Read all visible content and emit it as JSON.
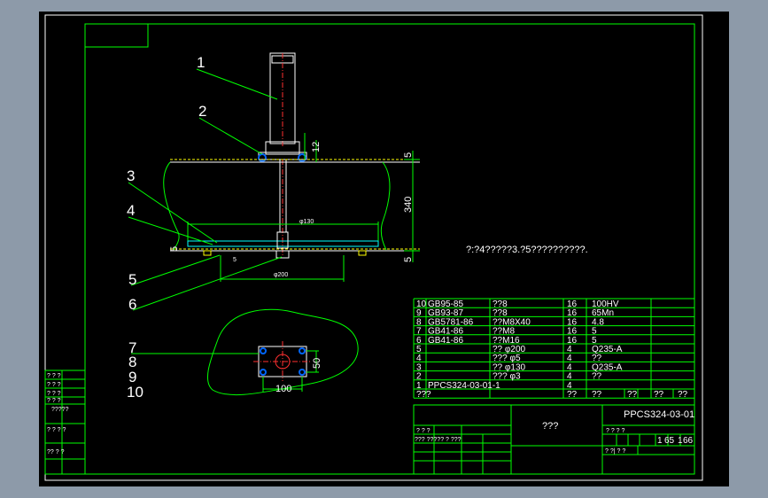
{
  "labels": [
    "1",
    "2",
    "3",
    "4",
    "5",
    "6",
    "7",
    "8",
    "9",
    "10"
  ],
  "dims": {
    "d12": "12",
    "d5_top": "5",
    "d340": "340",
    "d5_bottom": "5",
    "phi130": "φ130",
    "phi200": "φ200",
    "d5_left": "5",
    "d5_small": "5",
    "d100": "100",
    "d50": "50"
  },
  "note": "?:?4?????3.?5??????????.",
  "bom": [
    [
      "10",
      "GB95-85",
      "??8",
      "16",
      "100HV"
    ],
    [
      "9",
      "GB93-87",
      "??8",
      "16",
      "65Mn"
    ],
    [
      "8",
      "GB5781-86",
      "??M8X40",
      "16",
      "4.8"
    ],
    [
      "7",
      "GB41-86",
      "??M8",
      "16",
      "5"
    ],
    [
      "6",
      "GB41-86",
      "??M16",
      "16",
      "5"
    ],
    [
      "5",
      "",
      "?? φ200",
      "4",
      "Q235-A"
    ],
    [
      "4",
      "",
      "??? φ5",
      "4",
      "??"
    ],
    [
      "3",
      "",
      "?? φ130",
      "4",
      "Q235-A"
    ],
    [
      "2",
      "",
      "??? φ3",
      "4",
      "??"
    ],
    [
      "1",
      "PPCS324-03-01-1",
      "",
      "4",
      ""
    ]
  ],
  "bom_header": [
    "??",
    "?",
    "",
    "??",
    "??",
    "??",
    "??",
    "??"
  ],
  "title_block": {
    "name": "???",
    "drawing_no": "PPCS324-03-01",
    "row_a": "? ? ? ?",
    "row_b": "??? ????? ? ???",
    "scale_cells": [
      "1",
      "65",
      "1",
      "66"
    ],
    "marks_left": "? ? ?",
    "bottom_row": "?   ?| ?   ?"
  },
  "side_table": [
    "? ? ?",
    "? ? ?",
    "? ? ?",
    "? ? ?",
    "?????",
    "? ? ? ?",
    "?? ? ?"
  ]
}
